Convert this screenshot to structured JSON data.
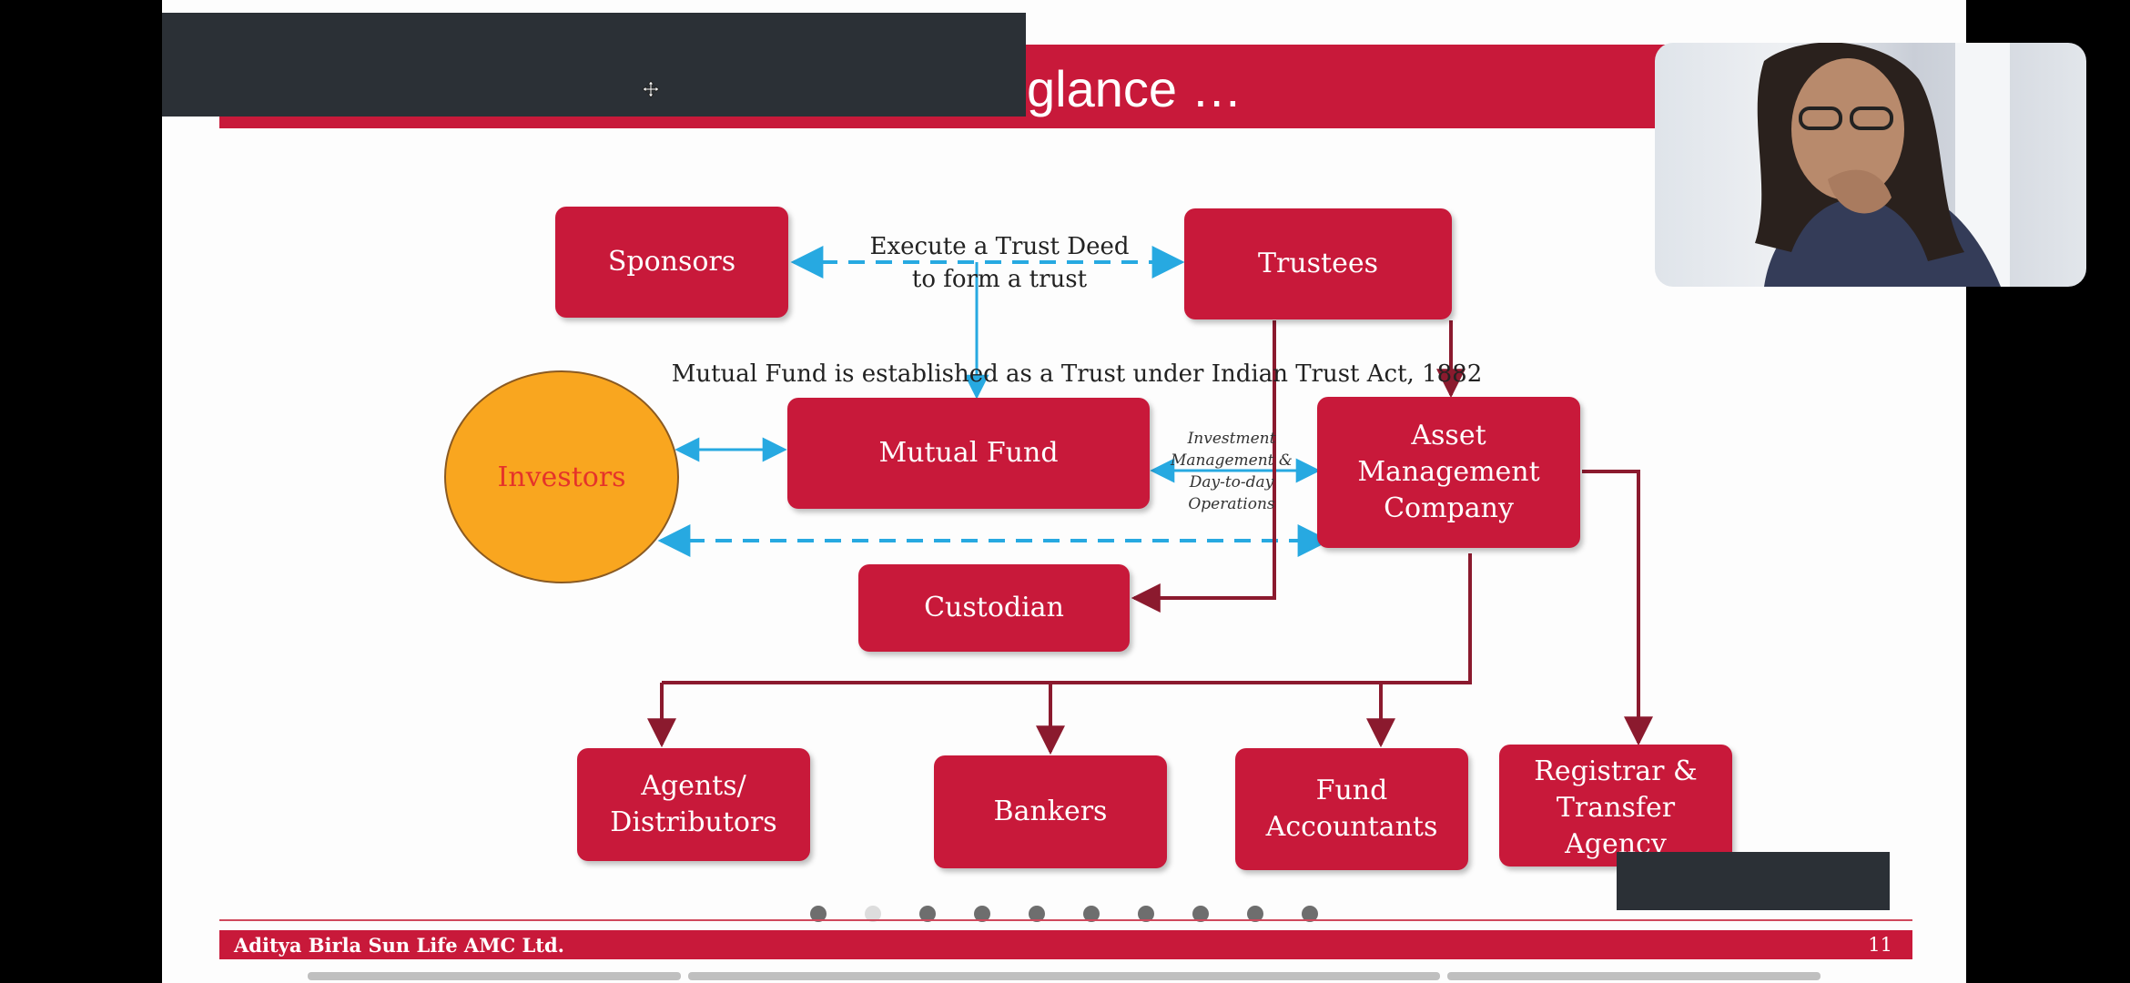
{
  "slide": {
    "title_visible": "glance …",
    "footer_text": "Aditya Birla Sun Life AMC Ltd.",
    "page_number": "11"
  },
  "diagram": {
    "nodes": {
      "sponsors": "Sponsors",
      "trustees": "Trustees",
      "mutual_fund": "Mutual Fund",
      "investors": "Investors",
      "amc": "Asset\nManagement\nCompany",
      "custodian": "Custodian",
      "agents": "Agents/\nDistributors",
      "bankers": "Bankers",
      "fund_accountants": "Fund\nAccountants",
      "registrar": "Registrar &\nTransfer\nAgency"
    },
    "labels": {
      "trust_deed": "Execute a Trust Deed\nto form a trust",
      "mf_established": "Mutual Fund is established as a Trust under Indian Trust Act, 1882",
      "investment_management": "Investment\nManagement &\nDay-to-day\nOperations"
    }
  },
  "carousel": {
    "dot_count": 10,
    "active_index": 1
  },
  "colors": {
    "brand_red": "#c8193a",
    "investor_orange": "#f9a61f",
    "arrow_blue": "#27a9e1",
    "arrow_maroon": "#8b1a2e"
  },
  "icons": {
    "cursor": "move-icon"
  }
}
